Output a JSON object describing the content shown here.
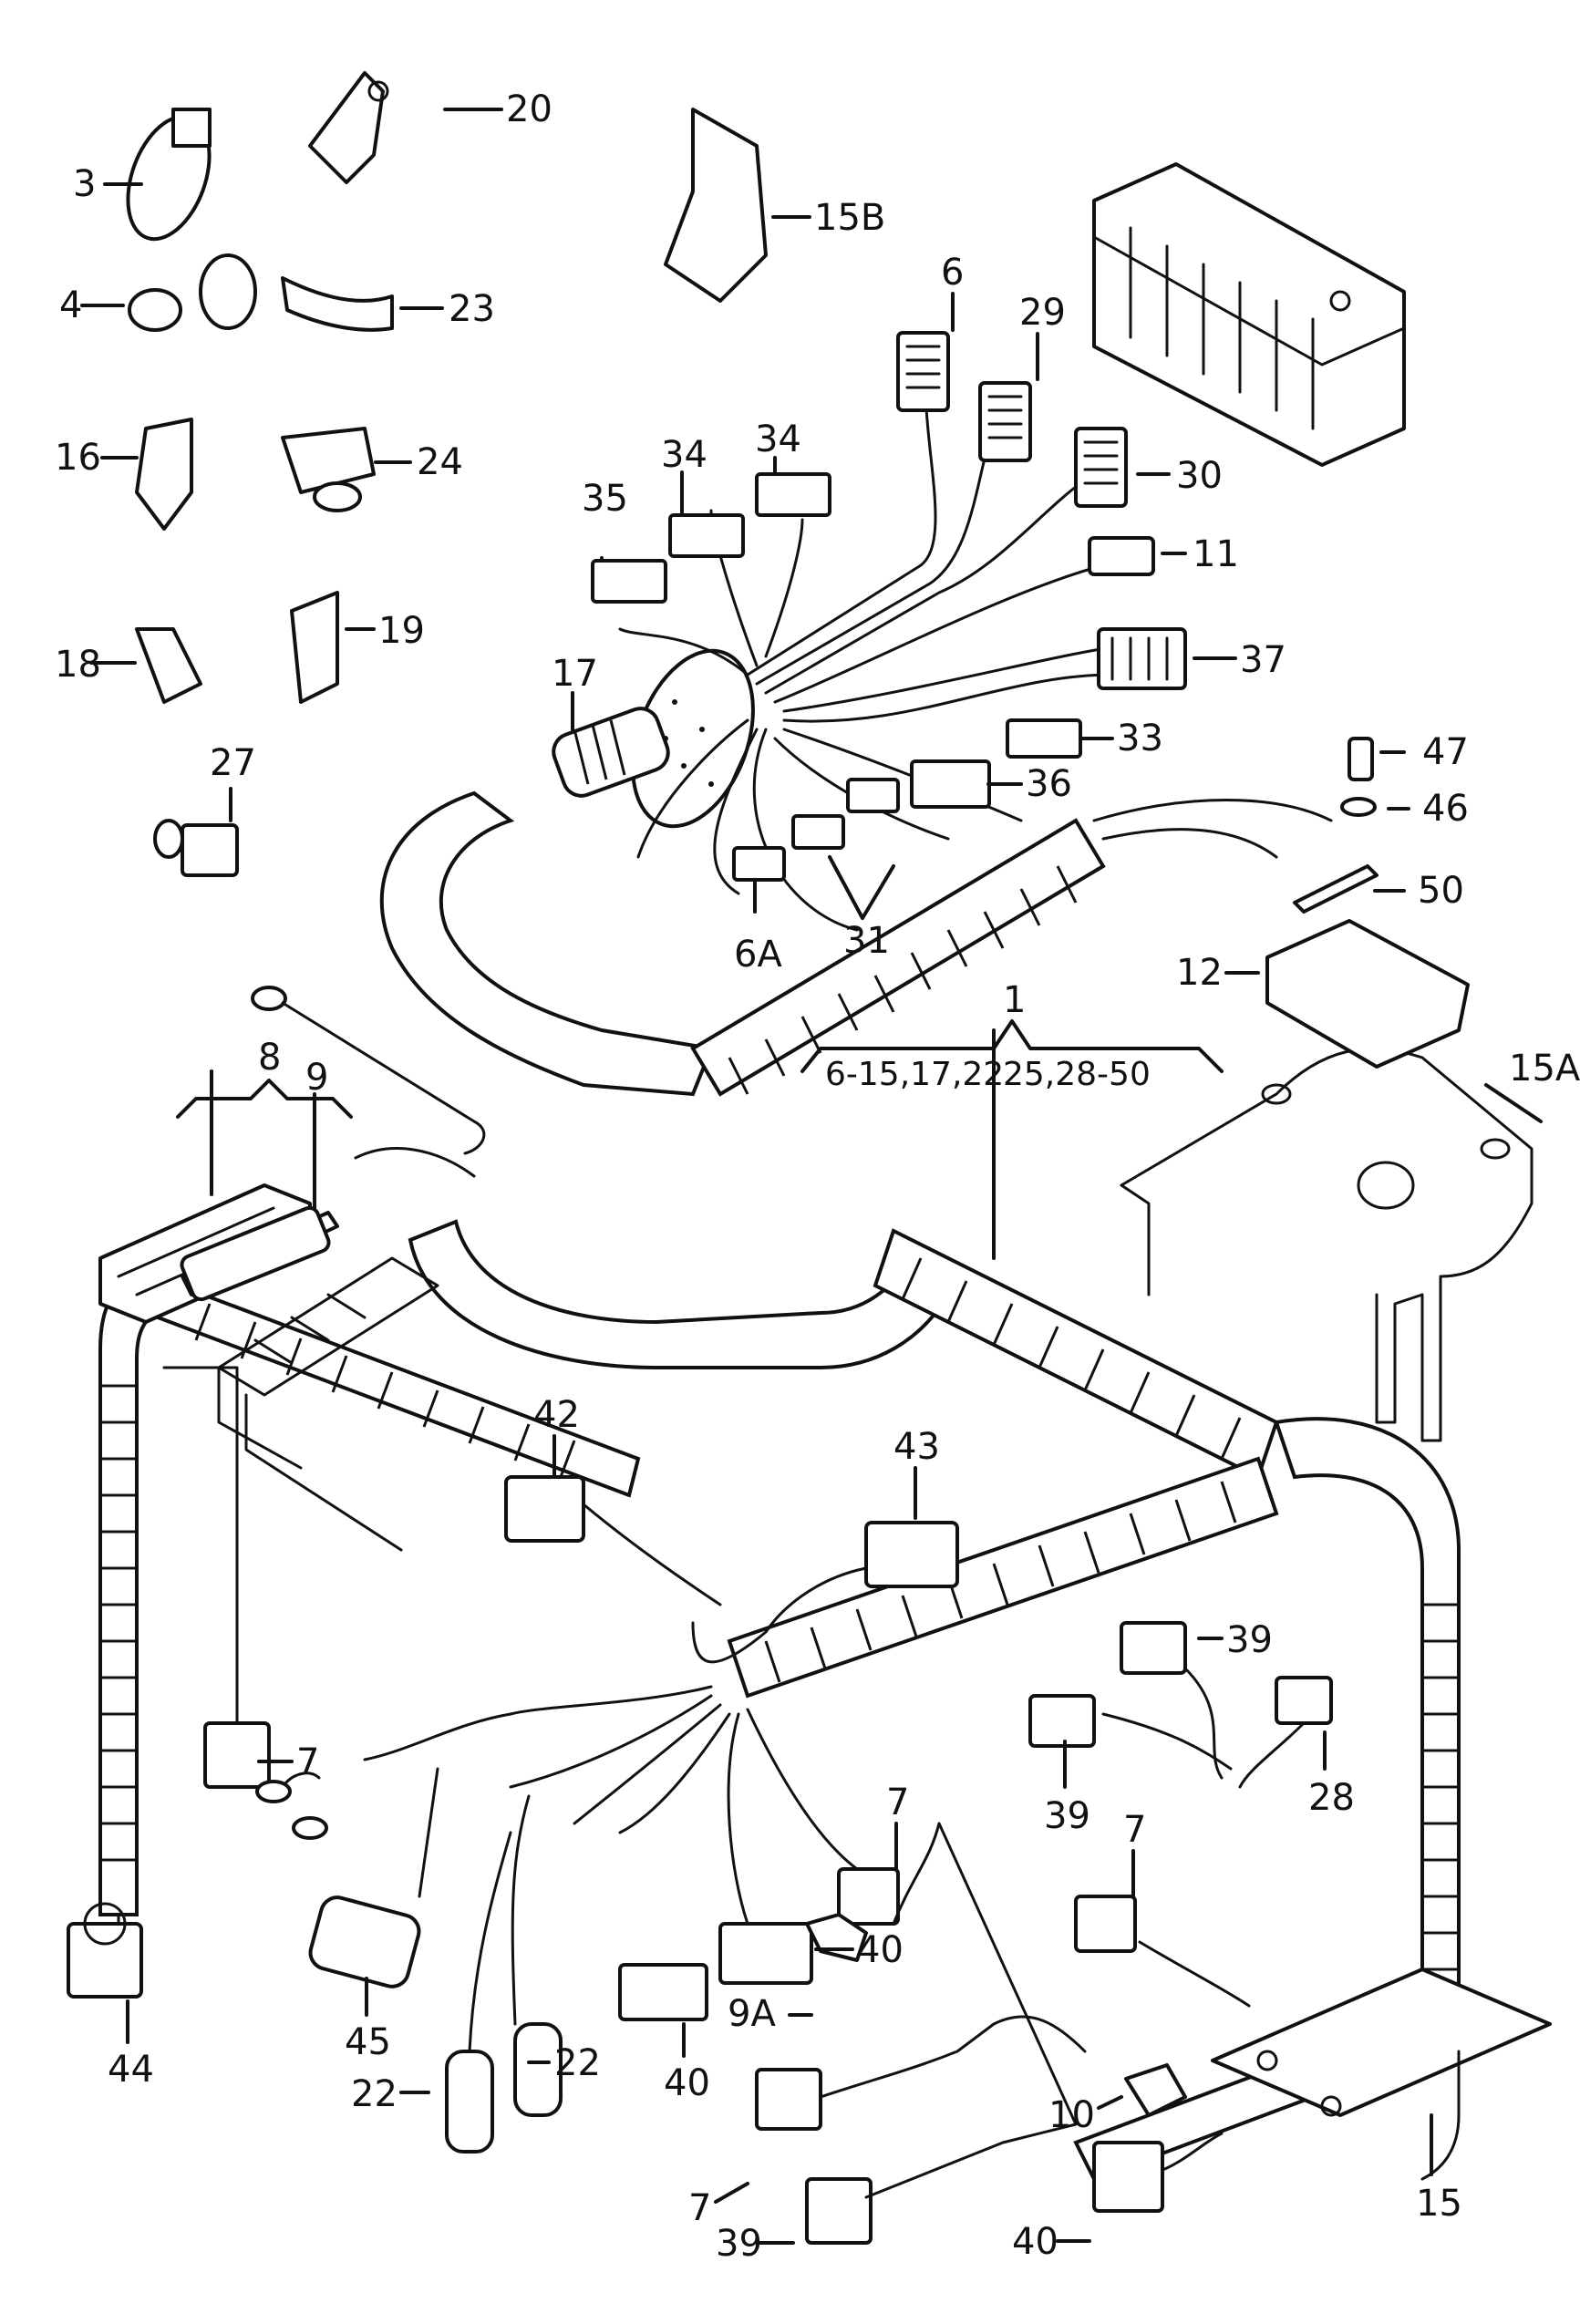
{
  "diagram": {
    "type": "exploded parts diagram",
    "subject": "wiring harness assembly",
    "callouts": [
      {
        "id": "3",
        "label": "3"
      },
      {
        "id": "20",
        "label": "20"
      },
      {
        "id": "15B",
        "label": "15B"
      },
      {
        "id": "4",
        "label": "4"
      },
      {
        "id": "23",
        "label": "23"
      },
      {
        "id": "6",
        "label": "6"
      },
      {
        "id": "29",
        "label": "29"
      },
      {
        "id": "16",
        "label": "16"
      },
      {
        "id": "24",
        "label": "24"
      },
      {
        "id": "34a",
        "label": "34"
      },
      {
        "id": "34b",
        "label": "34"
      },
      {
        "id": "30",
        "label": "30"
      },
      {
        "id": "35",
        "label": "35"
      },
      {
        "id": "11",
        "label": "11"
      },
      {
        "id": "18",
        "label": "18"
      },
      {
        "id": "19",
        "label": "19"
      },
      {
        "id": "37",
        "label": "37"
      },
      {
        "id": "17",
        "label": "17"
      },
      {
        "id": "33",
        "label": "33"
      },
      {
        "id": "27",
        "label": "27"
      },
      {
        "id": "47",
        "label": "47"
      },
      {
        "id": "36",
        "label": "36"
      },
      {
        "id": "46",
        "label": "46"
      },
      {
        "id": "31",
        "label": "31"
      },
      {
        "id": "50",
        "label": "50"
      },
      {
        "id": "6A",
        "label": "6A"
      },
      {
        "id": "12",
        "label": "12"
      },
      {
        "id": "1",
        "label": "1"
      },
      {
        "id": "8",
        "label": "8"
      },
      {
        "id": "9",
        "label": "9"
      },
      {
        "id": "15A",
        "label": "15A"
      },
      {
        "id": "42",
        "label": "42"
      },
      {
        "id": "43",
        "label": "43"
      },
      {
        "id": "39a",
        "label": "39"
      },
      {
        "id": "7a",
        "label": "7"
      },
      {
        "id": "39b",
        "label": "39"
      },
      {
        "id": "28",
        "label": "28"
      },
      {
        "id": "7b",
        "label": "7"
      },
      {
        "id": "7c",
        "label": "7"
      },
      {
        "id": "40a",
        "label": "40"
      },
      {
        "id": "44",
        "label": "44"
      },
      {
        "id": "45",
        "label": "45"
      },
      {
        "id": "40b",
        "label": "40"
      },
      {
        "id": "9A",
        "label": "9A"
      },
      {
        "id": "22a",
        "label": "22"
      },
      {
        "id": "22b",
        "label": "22"
      },
      {
        "id": "7d",
        "label": "7"
      },
      {
        "id": "10",
        "label": "10"
      },
      {
        "id": "15",
        "label": "15"
      },
      {
        "id": "39c",
        "label": "39"
      },
      {
        "id": "40c",
        "label": "40"
      }
    ],
    "group_note": {
      "parent": "1",
      "left": "6-15,17,22",
      "right": "25,28-50"
    }
  }
}
